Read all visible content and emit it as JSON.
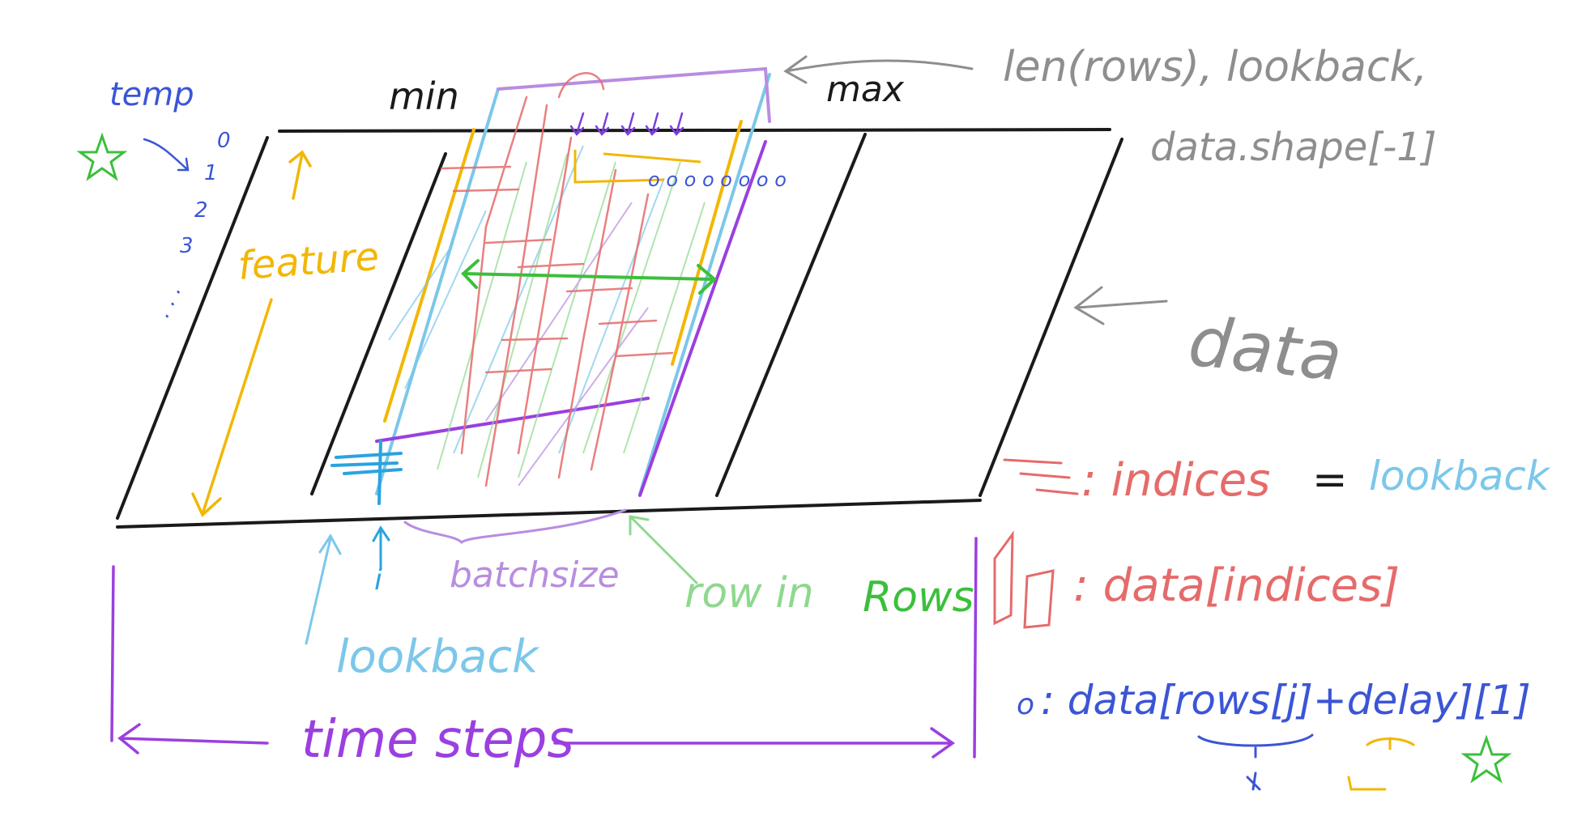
{
  "labels": {
    "temp": "temp",
    "min": "min",
    "max": "max",
    "feature": "feature",
    "shape_line1": "len(rows), lookback,",
    "shape_line2": "data.shape[-1]",
    "data": "data",
    "i": "i",
    "batchsize": "batchsize",
    "lookback": "lookback",
    "row_in": "row in",
    "rows": "Rows",
    "time_steps": "time steps",
    "temp_index_0": "0",
    "temp_index_1": "1",
    "temp_index_2": "2",
    "temp_index_3": "3",
    "dots": ". . .",
    "targets_marker": "o o o o o o o o"
  },
  "legend": {
    "indices_label": ": indices",
    "equals": "=",
    "indices_value": "lookback",
    "data_indices_label": ": data[indices]",
    "target_marker": "o",
    "target_expr": ": data[rows[j]+delay][1]"
  },
  "colors": {
    "black": "#1a1a1a",
    "gray": "#8e8e8e",
    "blue": "#3b55d6",
    "light_blue": "#7cc7ea",
    "cyan": "#2aa3e0",
    "orange": "#f2b705",
    "purple": "#9b3fe0",
    "lavender": "#b88de0",
    "green": "#3cbf3c",
    "light_green": "#8fd88f",
    "red": "#e56b6b"
  }
}
